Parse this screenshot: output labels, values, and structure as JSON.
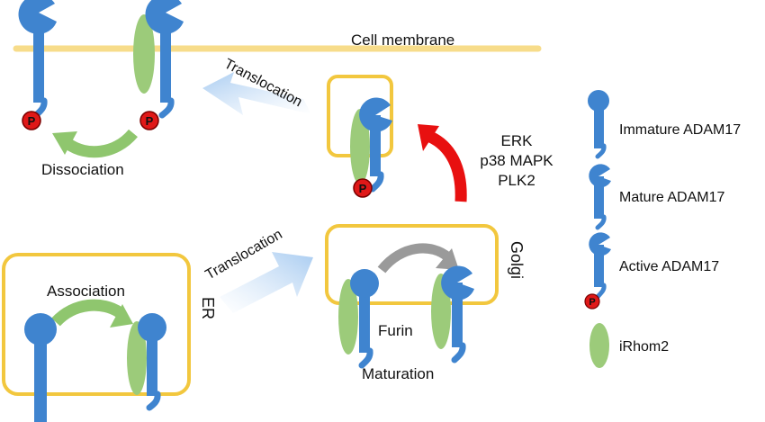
{
  "colors": {
    "membrane": "#F7DC8A",
    "compartment_border": "#F2C73E",
    "protein_blue": "#3F84CF",
    "irhom_green": "#9CCB7A",
    "phospho_red": "#E01818",
    "arrow_green": "#8FC66E",
    "arrow_gray": "#9A9A9A",
    "arrow_red": "#E81010",
    "arrow_light_blue": "#BFD9F4"
  },
  "labels": {
    "cell_membrane": "Cell membrane",
    "translocation_upper": "Translocation",
    "translocation_lower": "Translocation",
    "dissociation": "Dissociation",
    "association": "Association",
    "er": "ER",
    "golgi": "Golgi",
    "furin": "Furin",
    "maturation": "Maturation",
    "kinase_1": "ERK",
    "kinase_2": "p38 MAPK",
    "kinase_3": "PLK2",
    "phospho": "P"
  },
  "legend": [
    {
      "label": "Immature ADAM17",
      "icon": "immature-adam17-icon"
    },
    {
      "label": "Mature ADAM17",
      "icon": "mature-adam17-icon"
    },
    {
      "label": "Active ADAM17",
      "icon": "active-adam17-icon"
    },
    {
      "label": "iRhom2",
      "icon": "irhom2-icon"
    }
  ]
}
